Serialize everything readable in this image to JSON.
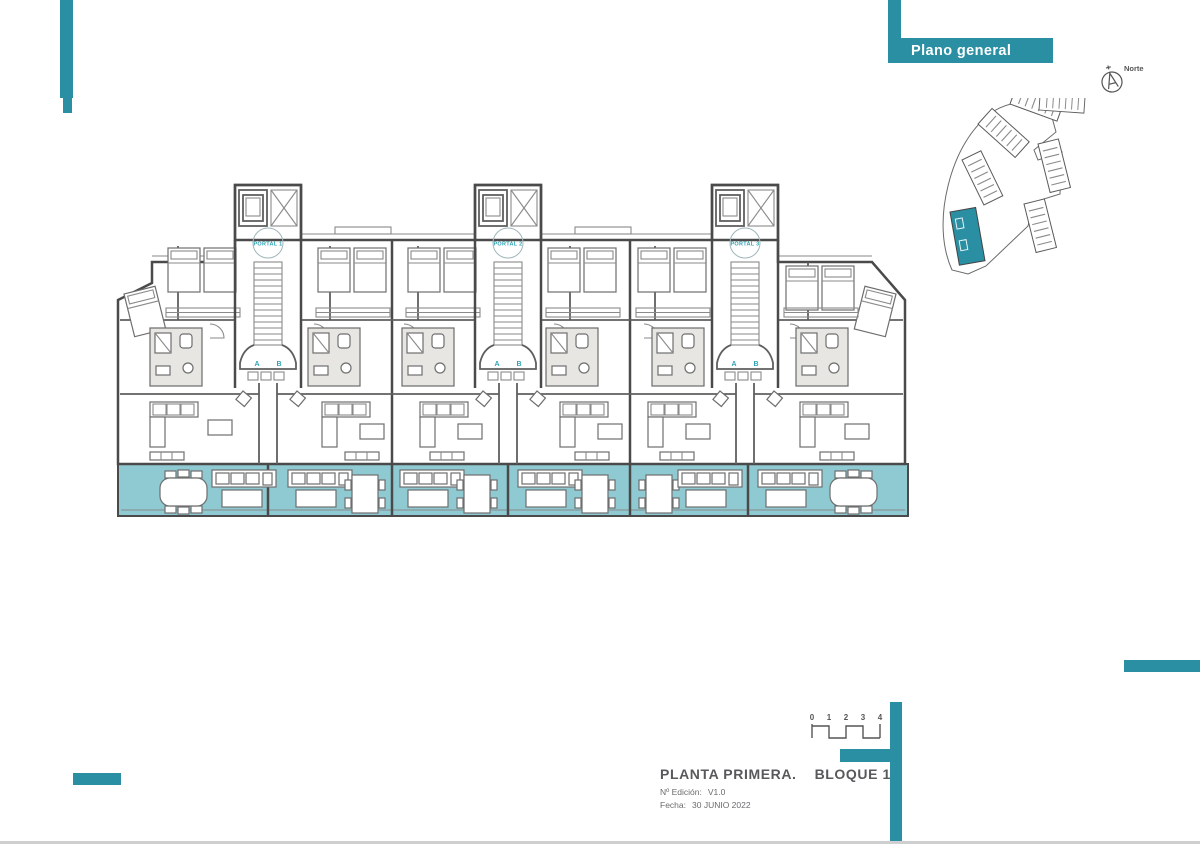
{
  "header": {
    "plan_label": "Plano general"
  },
  "compass": {
    "label": "Norte"
  },
  "plan": {
    "portals": [
      {
        "label": "PORTAL 1",
        "entrance_labels": [
          "A",
          "B"
        ]
      },
      {
        "label": "PORTAL 2",
        "entrance_labels": [
          "A",
          "B"
        ]
      },
      {
        "label": "PORTAL 3",
        "entrance_labels": [
          "A",
          "B"
        ]
      }
    ]
  },
  "scale_bar": {
    "ticks": [
      "0",
      "1",
      "2",
      "3",
      "4"
    ]
  },
  "title_block": {
    "title": "PLANTA PRIMERA.",
    "block": "BLOQUE 1",
    "edition_label": "Nº Edición:",
    "edition_value": "V1.0",
    "date_label": "Fecha:",
    "date_value": "30 JUNIO 2022"
  },
  "colors": {
    "accent_teal": "#2a8fa2",
    "terrace_fill": "#8fc9d2",
    "portal_text_teal": "#2fa3b4",
    "wall_gray": "#4a4a4a"
  }
}
